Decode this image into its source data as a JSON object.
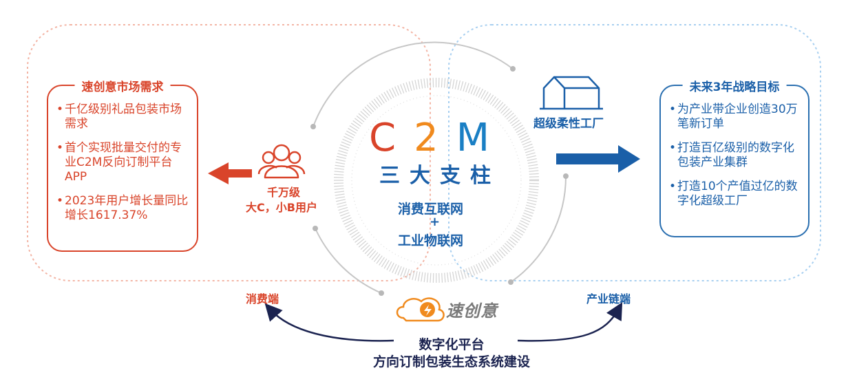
{
  "market_box": {
    "title": "速创意市场需求",
    "items": [
      "千亿级别礼品包装市场需求",
      "首个实现批量交付的专业C2M反向订制平台APP",
      "2023年用户增长量同比增长1617.37%"
    ]
  },
  "goals_box": {
    "title": "未来3年战略目标",
    "items": [
      "为产业带企业创造30万笔新订单",
      "打造百亿级别的数字化包装产业集群",
      "打造10个产值过亿的数字化超级工厂"
    ]
  },
  "center": {
    "c2m_c": "C",
    "c2m_2": "2",
    "c2m_m": "M",
    "pillars": "三大支柱",
    "line1": "消费互联网",
    "plus": "+",
    "line2": "工业物联网"
  },
  "users": {
    "line1": "千万级",
    "line2": "大C，小B用户"
  },
  "factory_label": "超级柔性工厂",
  "consumer_end": "消费端",
  "industry_end": "产业链端",
  "logo_text": "速创意",
  "platform": {
    "line1": "数字化平台",
    "line2": "方向订制包装生态系统建设"
  },
  "colors": {
    "red": "#d9442a",
    "orange": "#f08a1d",
    "blue": "#1a5fa8",
    "light_blue": "#1a7fc4",
    "navy": "#1b2350",
    "gray": "#b8b8b8"
  },
  "icons": [
    "users-icon",
    "factory-icon",
    "arrow-left-icon",
    "arrow-right-icon",
    "logo-icon"
  ]
}
